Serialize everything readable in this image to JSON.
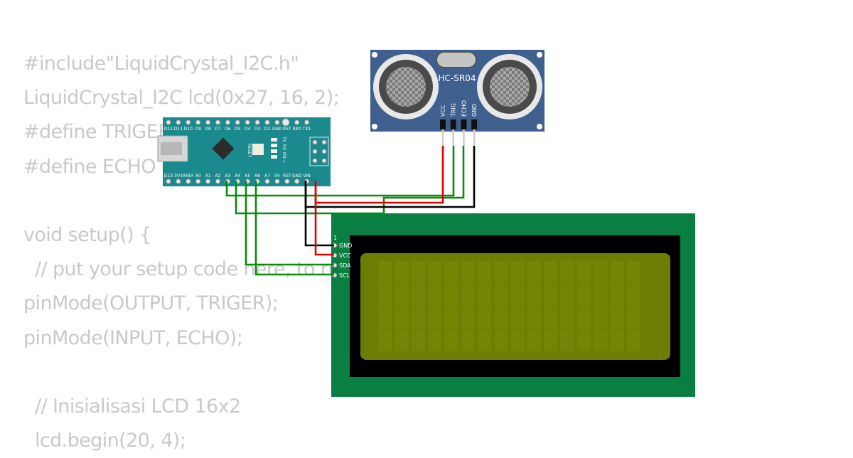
{
  "code_lines": [
    "#include\"LiquidCrystal_I2C.h\"",
    "LiquidCrystal_I2C lcd(0x27, 16, 2);",
    "#define TRIGER 5",
    "#define ECHO 6",
    "",
    "void setup() {",
    "  // put your setup code here, to run once:",
    "pinMode(OUTPUT, TRIGER);",
    "pinMode(INPUT, ECHO);",
    "",
    "  // Inisialisasi LCD 16x2",
    "  lcd.begin(20, 4);"
  ],
  "sensor": {
    "name": "HC-SR04",
    "pins": [
      "VCC",
      "TRIG",
      "ECHO",
      "GND"
    ]
  },
  "arduino": {
    "top_pins": [
      "D12",
      "D11",
      "D10",
      "D9",
      "D8",
      "D7",
      "D6",
      "D5",
      "D4",
      "D3",
      "D2",
      "GND",
      "RST",
      "RX0",
      "TX1"
    ],
    "bottom_pins": [
      "D13",
      "3V3",
      "AREF",
      "A0",
      "A1",
      "A2",
      "A3",
      "A4",
      "A5",
      "A6",
      "A7",
      "5V",
      "RST",
      "GND",
      "VIN"
    ],
    "leds": [
      "TX",
      "RX",
      "ON",
      "L"
    ],
    "reset_label": "RESET"
  },
  "lcd": {
    "pin_number": "1",
    "pins": [
      "GND",
      "VCC",
      "SDA",
      "SCL"
    ],
    "cols": 16,
    "rows": 4
  },
  "colors": {
    "code_text": "#c9c9c9",
    "arduino_board": "#1a8a8f",
    "sensor_board": "#3f5f8f",
    "lcd_pcb": "#0a7f42",
    "lcd_screen": "#6d7d04",
    "wire_green": "#0a8a0a",
    "wire_red": "#e00000",
    "wire_black": "#000000"
  }
}
